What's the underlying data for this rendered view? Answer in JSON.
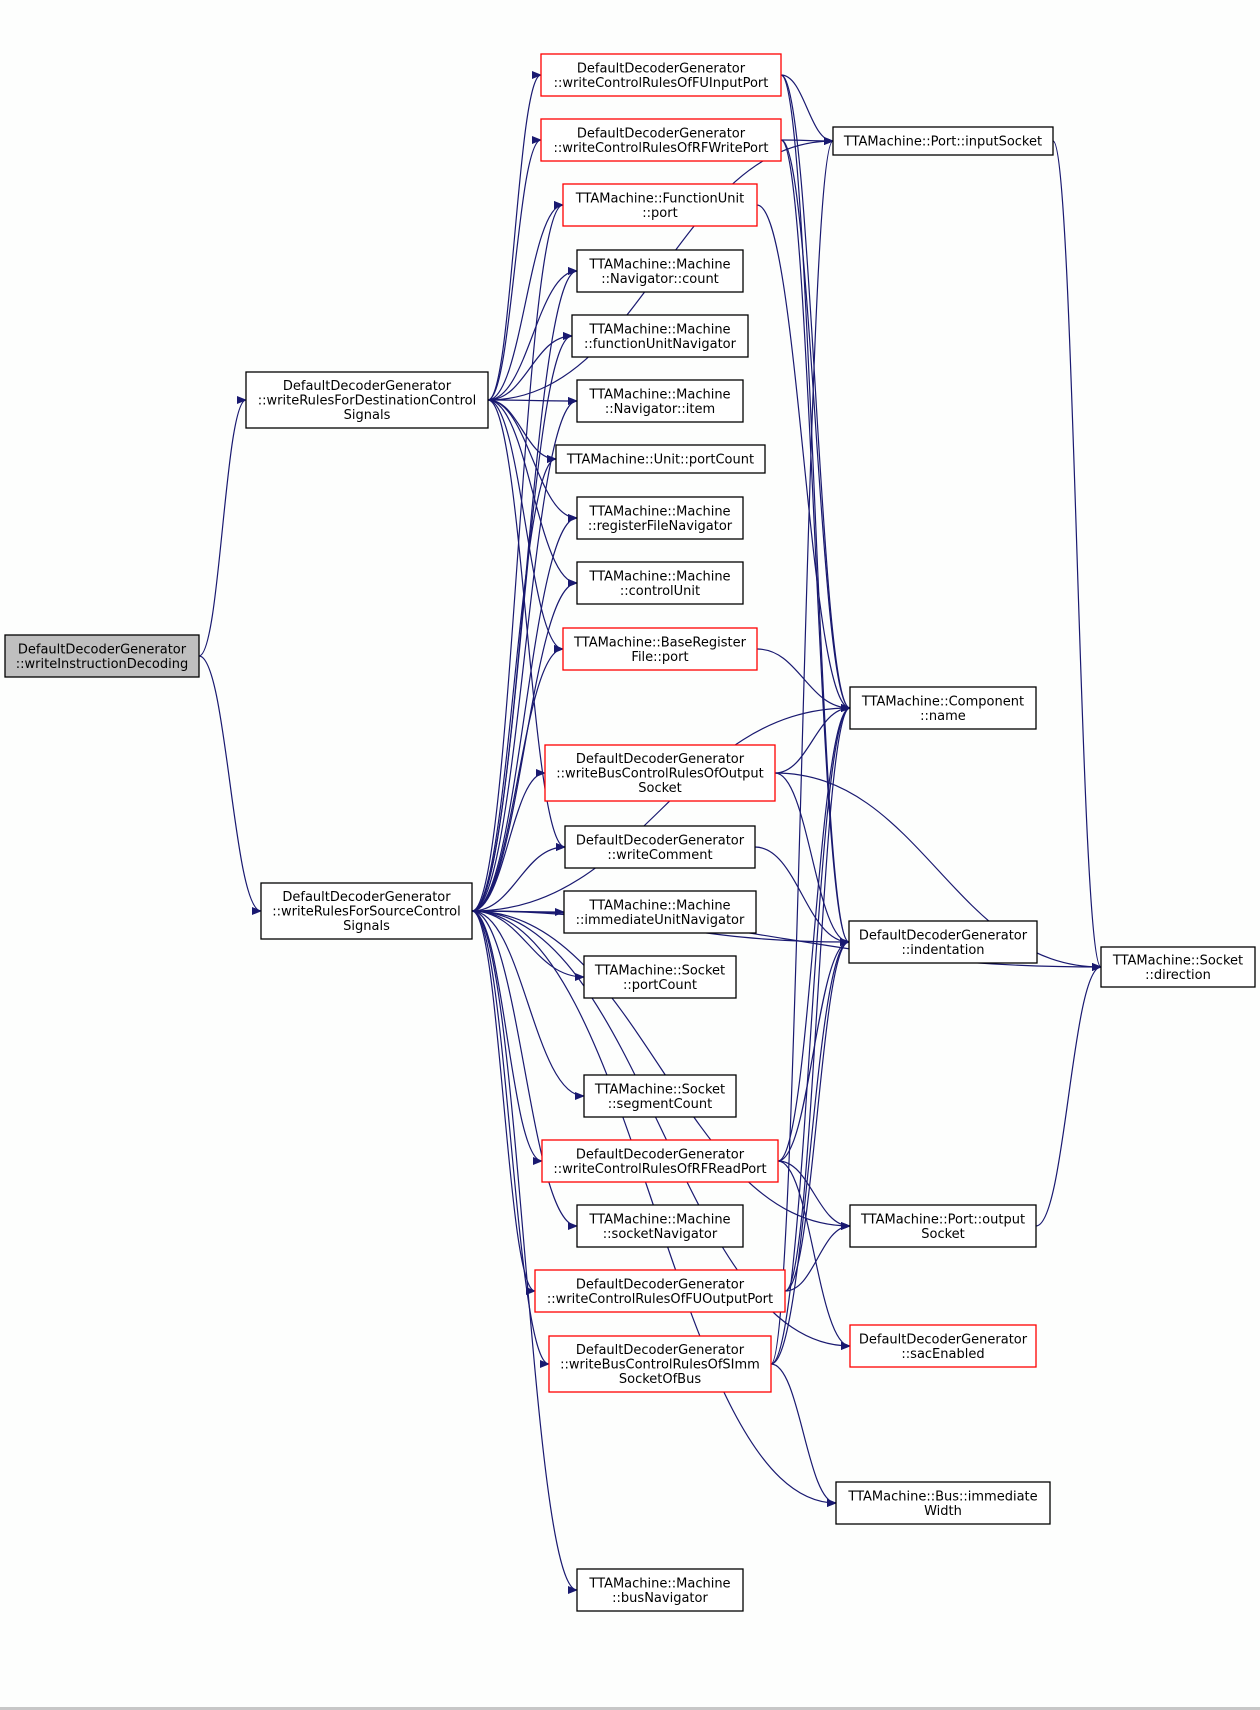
{
  "colors": {
    "background": "#fdfefd",
    "edge": "#191970",
    "root_fill": "#bfbfbf",
    "normal_stroke": "#000000",
    "truncated_stroke": "#ff0000",
    "text": "#000000"
  },
  "nodes": [
    {
      "id": "writeInstructionDecoding",
      "lines": [
        "DefaultDecoderGenerator",
        "::writeInstructionDecoding"
      ],
      "style": "root"
    },
    {
      "id": "writeRulesForDestinationControlSignals",
      "lines": [
        "DefaultDecoderGenerator",
        "::writeRulesForDestinationControl",
        "Signals"
      ],
      "style": "normal"
    },
    {
      "id": "writeRulesForSourceControlSignals",
      "lines": [
        "DefaultDecoderGenerator",
        "::writeRulesForSourceControl",
        "Signals"
      ],
      "style": "normal"
    },
    {
      "id": "writeControlRulesOfFUInputPort",
      "lines": [
        "DefaultDecoderGenerator",
        "::writeControlRulesOfFUInputPort"
      ],
      "style": "truncated"
    },
    {
      "id": "writeControlRulesOfRFWritePort",
      "lines": [
        "DefaultDecoderGenerator",
        "::writeControlRulesOfRFWritePort"
      ],
      "style": "truncated"
    },
    {
      "id": "FunctionUnitPort",
      "lines": [
        "TTAMachine::FunctionUnit",
        "::port"
      ],
      "style": "truncated"
    },
    {
      "id": "NavigatorCount",
      "lines": [
        "TTAMachine::Machine",
        "::Navigator::count"
      ],
      "style": "normal"
    },
    {
      "id": "functionUnitNavigator",
      "lines": [
        "TTAMachine::Machine",
        "::functionUnitNavigator"
      ],
      "style": "normal"
    },
    {
      "id": "NavigatorItem",
      "lines": [
        "TTAMachine::Machine",
        "::Navigator::item"
      ],
      "style": "normal"
    },
    {
      "id": "UnitPortCount",
      "lines": [
        "TTAMachine::Unit::portCount"
      ],
      "style": "normal"
    },
    {
      "id": "registerFileNavigator",
      "lines": [
        "TTAMachine::Machine",
        "::registerFileNavigator"
      ],
      "style": "normal"
    },
    {
      "id": "controlUnit",
      "lines": [
        "TTAMachine::Machine",
        "::controlUnit"
      ],
      "style": "normal"
    },
    {
      "id": "BaseRegisterFilePort",
      "lines": [
        "TTAMachine::BaseRegister",
        "File::port"
      ],
      "style": "truncated"
    },
    {
      "id": "writeBusControlRulesOfOutputSocket",
      "lines": [
        "DefaultDecoderGenerator",
        "::writeBusControlRulesOfOutput",
        "Socket"
      ],
      "style": "truncated"
    },
    {
      "id": "writeComment",
      "lines": [
        "DefaultDecoderGenerator",
        "::writeComment"
      ],
      "style": "normal"
    },
    {
      "id": "immediateUnitNavigator",
      "lines": [
        "TTAMachine::Machine",
        "::immediateUnitNavigator"
      ],
      "style": "normal"
    },
    {
      "id": "SocketPortCount",
      "lines": [
        "TTAMachine::Socket",
        "::portCount"
      ],
      "style": "normal"
    },
    {
      "id": "segmentCount",
      "lines": [
        "TTAMachine::Socket",
        "::segmentCount"
      ],
      "style": "normal"
    },
    {
      "id": "writeControlRulesOfRFReadPort",
      "lines": [
        "DefaultDecoderGenerator",
        "::writeControlRulesOfRFReadPort"
      ],
      "style": "truncated"
    },
    {
      "id": "socketNavigator",
      "lines": [
        "TTAMachine::Machine",
        "::socketNavigator"
      ],
      "style": "normal"
    },
    {
      "id": "writeControlRulesOfFUOutputPort",
      "lines": [
        "DefaultDecoderGenerator",
        "::writeControlRulesOfFUOutputPort"
      ],
      "style": "truncated"
    },
    {
      "id": "writeBusControlRulesOfSImmSocketOfBus",
      "lines": [
        "DefaultDecoderGenerator",
        "::writeBusControlRulesOfSImm",
        "SocketOfBus"
      ],
      "style": "truncated"
    },
    {
      "id": "busNavigator",
      "lines": [
        "TTAMachine::Machine",
        "::busNavigator"
      ],
      "style": "normal"
    },
    {
      "id": "inputSocket",
      "lines": [
        "TTAMachine::Port::inputSocket"
      ],
      "style": "normal"
    },
    {
      "id": "ComponentName",
      "lines": [
        "TTAMachine::Component",
        "::name"
      ],
      "style": "normal"
    },
    {
      "id": "indentation",
      "lines": [
        "DefaultDecoderGenerator",
        "::indentation"
      ],
      "style": "normal"
    },
    {
      "id": "outputSocket",
      "lines": [
        "TTAMachine::Port::output",
        "Socket"
      ],
      "style": "normal"
    },
    {
      "id": "sacEnabled",
      "lines": [
        "DefaultDecoderGenerator",
        "::sacEnabled"
      ],
      "style": "truncated"
    },
    {
      "id": "immediateWidth",
      "lines": [
        "TTAMachine::Bus::immediate",
        "Width"
      ],
      "style": "normal"
    },
    {
      "id": "direction",
      "lines": [
        "TTAMachine::Socket",
        "::direction"
      ],
      "style": "normal"
    }
  ],
  "edges": [
    [
      "writeInstructionDecoding",
      "writeRulesForDestinationControlSignals"
    ],
    [
      "writeInstructionDecoding",
      "writeRulesForSourceControlSignals"
    ],
    [
      "writeRulesForDestinationControlSignals",
      "writeControlRulesOfFUInputPort"
    ],
    [
      "writeRulesForDestinationControlSignals",
      "writeControlRulesOfRFWritePort"
    ],
    [
      "writeRulesForDestinationControlSignals",
      "inputSocket"
    ],
    [
      "writeRulesForDestinationControlSignals",
      "FunctionUnitPort"
    ],
    [
      "writeRulesForDestinationControlSignals",
      "NavigatorCount"
    ],
    [
      "writeRulesForDestinationControlSignals",
      "functionUnitNavigator"
    ],
    [
      "writeRulesForDestinationControlSignals",
      "NavigatorItem"
    ],
    [
      "writeRulesForDestinationControlSignals",
      "UnitPortCount"
    ],
    [
      "writeRulesForDestinationControlSignals",
      "registerFileNavigator"
    ],
    [
      "writeRulesForDestinationControlSignals",
      "controlUnit"
    ],
    [
      "writeRulesForDestinationControlSignals",
      "BaseRegisterFilePort"
    ],
    [
      "writeRulesForDestinationControlSignals",
      "writeComment"
    ],
    [
      "writeRulesForSourceControlSignals",
      "FunctionUnitPort"
    ],
    [
      "writeRulesForSourceControlSignals",
      "NavigatorCount"
    ],
    [
      "writeRulesForSourceControlSignals",
      "functionUnitNavigator"
    ],
    [
      "writeRulesForSourceControlSignals",
      "NavigatorItem"
    ],
    [
      "writeRulesForSourceControlSignals",
      "UnitPortCount"
    ],
    [
      "writeRulesForSourceControlSignals",
      "registerFileNavigator"
    ],
    [
      "writeRulesForSourceControlSignals",
      "controlUnit"
    ],
    [
      "writeRulesForSourceControlSignals",
      "BaseRegisterFilePort"
    ],
    [
      "writeRulesForSourceControlSignals",
      "ComponentName"
    ],
    [
      "writeRulesForSourceControlSignals",
      "writeBusControlRulesOfOutputSocket"
    ],
    [
      "writeRulesForSourceControlSignals",
      "writeComment"
    ],
    [
      "writeRulesForSourceControlSignals",
      "immediateUnitNavigator"
    ],
    [
      "writeRulesForSourceControlSignals",
      "SocketPortCount"
    ],
    [
      "writeRulesForSourceControlSignals",
      "indentation"
    ],
    [
      "writeRulesForSourceControlSignals",
      "segmentCount"
    ],
    [
      "writeRulesForSourceControlSignals",
      "writeControlRulesOfRFReadPort"
    ],
    [
      "writeRulesForSourceControlSignals",
      "socketNavigator"
    ],
    [
      "writeRulesForSourceControlSignals",
      "writeControlRulesOfFUOutputPort"
    ],
    [
      "writeRulesForSourceControlSignals",
      "writeBusControlRulesOfSImmSocketOfBus"
    ],
    [
      "writeRulesForSourceControlSignals",
      "outputSocket"
    ],
    [
      "writeRulesForSourceControlSignals",
      "sacEnabled"
    ],
    [
      "writeRulesForSourceControlSignals",
      "immediateWidth"
    ],
    [
      "writeRulesForSourceControlSignals",
      "busNavigator"
    ],
    [
      "writeRulesForSourceControlSignals",
      "direction"
    ],
    [
      "writeControlRulesOfFUInputPort",
      "inputSocket"
    ],
    [
      "writeControlRulesOfFUInputPort",
      "ComponentName"
    ],
    [
      "writeControlRulesOfFUInputPort",
      "indentation"
    ],
    [
      "writeControlRulesOfRFWritePort",
      "inputSocket"
    ],
    [
      "writeControlRulesOfRFWritePort",
      "ComponentName"
    ],
    [
      "writeControlRulesOfRFWritePort",
      "indentation"
    ],
    [
      "FunctionUnitPort",
      "ComponentName"
    ],
    [
      "BaseRegisterFilePort",
      "ComponentName"
    ],
    [
      "writeBusControlRulesOfOutputSocket",
      "ComponentName"
    ],
    [
      "writeBusControlRulesOfOutputSocket",
      "indentation"
    ],
    [
      "writeBusControlRulesOfOutputSocket",
      "direction"
    ],
    [
      "writeComment",
      "indentation"
    ],
    [
      "writeControlRulesOfRFReadPort",
      "ComponentName"
    ],
    [
      "writeControlRulesOfRFReadPort",
      "indentation"
    ],
    [
      "writeControlRulesOfRFReadPort",
      "outputSocket"
    ],
    [
      "writeControlRulesOfRFReadPort",
      "sacEnabled"
    ],
    [
      "writeControlRulesOfFUOutputPort",
      "ComponentName"
    ],
    [
      "writeControlRulesOfFUOutputPort",
      "indentation"
    ],
    [
      "writeControlRulesOfFUOutputPort",
      "outputSocket"
    ],
    [
      "writeBusControlRulesOfSImmSocketOfBus",
      "inputSocket"
    ],
    [
      "writeBusControlRulesOfSImmSocketOfBus",
      "ComponentName"
    ],
    [
      "writeBusControlRulesOfSImmSocketOfBus",
      "indentation"
    ],
    [
      "writeBusControlRulesOfSImmSocketOfBus",
      "immediateWidth"
    ],
    [
      "inputSocket",
      "direction"
    ],
    [
      "outputSocket",
      "direction"
    ]
  ]
}
